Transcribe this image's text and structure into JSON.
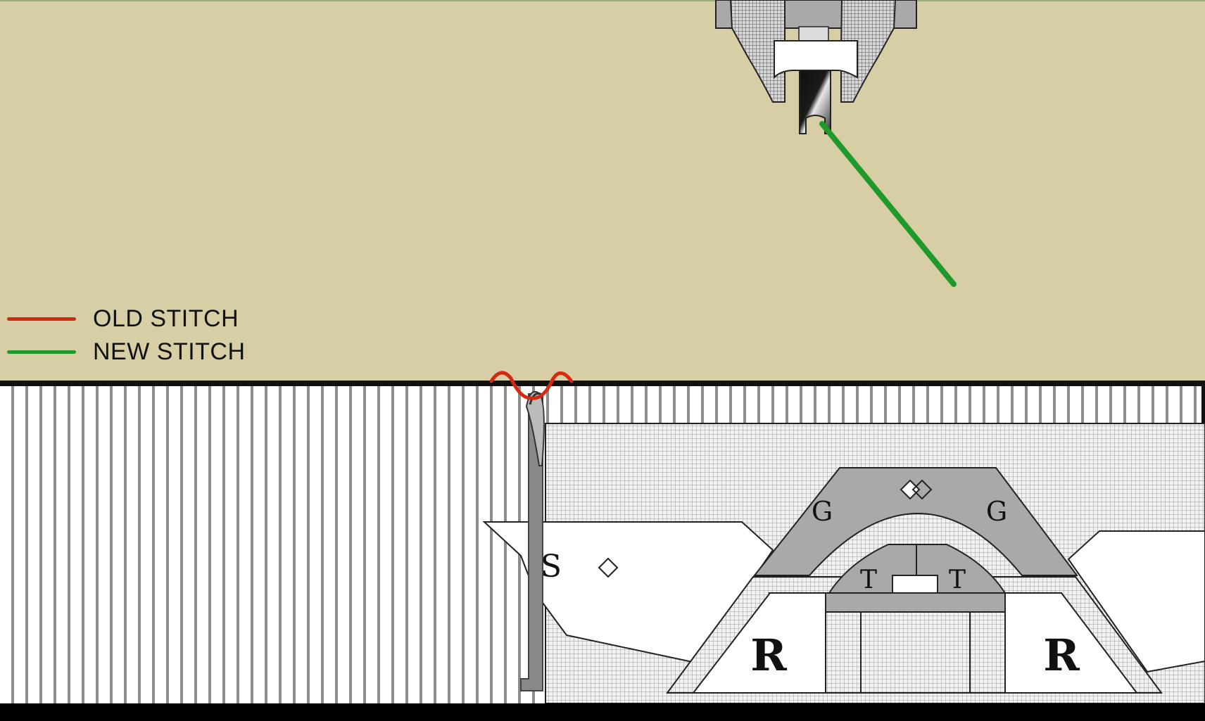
{
  "legend": {
    "old_stitch": {
      "label": "OLD STITCH",
      "color": "#d42a12"
    },
    "new_stitch": {
      "label": "NEW STITCH",
      "color": "#1f9a2a"
    }
  },
  "parts": {
    "guide_left": "G",
    "guide_right": "G",
    "top_left": "T",
    "top_right": "T",
    "raise_left": "R",
    "raise_right": "R",
    "stitch_cam": "S"
  },
  "colors": {
    "background": "#d8cea5",
    "cam_gray": "#a9a9a9",
    "needle_bed": "#ffffff",
    "outline": "#1a1a1a"
  }
}
